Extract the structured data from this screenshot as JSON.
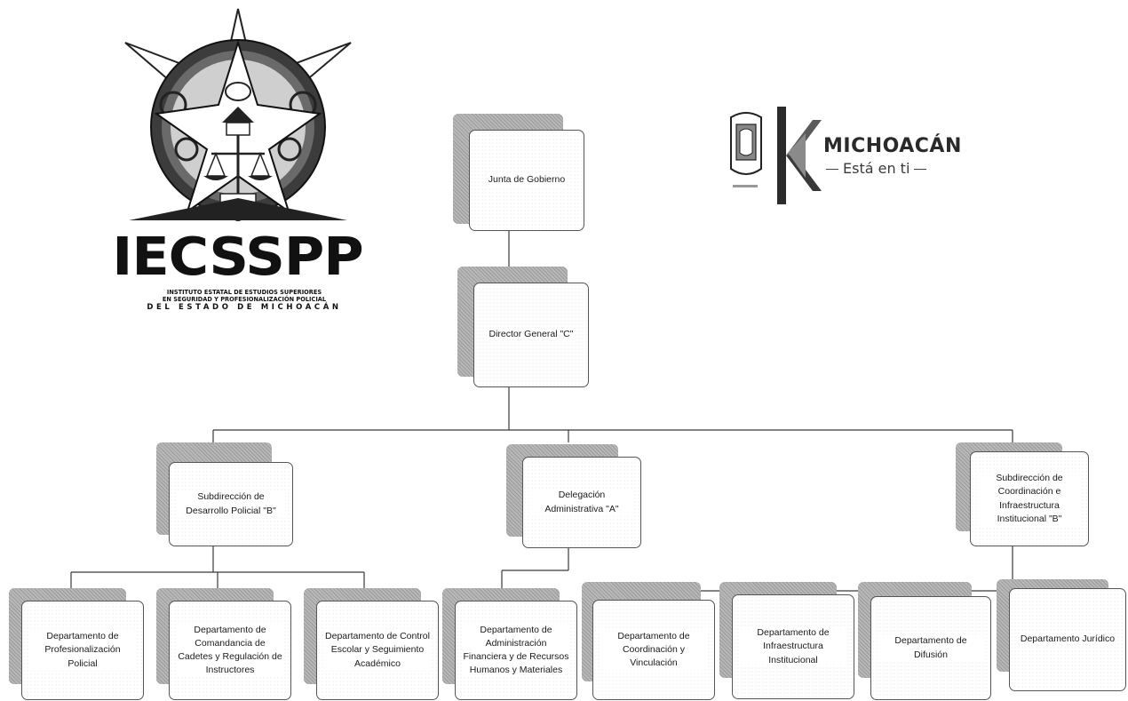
{
  "logos": {
    "institute": {
      "acronym": "IECSSPP",
      "line1": "INSTITUTO ESTATAL DE ESTUDIOS SUPERIORES",
      "line2": "EN SEGURIDAD Y PROFESIONALIZACIÓN POLICIAL",
      "line3": "DEL ESTADO DE MICHOACÁN"
    },
    "state": {
      "name": "MICHOACÁN",
      "tagline": "Está en ti"
    }
  },
  "org": {
    "junta": "Junta de Gobierno",
    "director": "Director General \"C\"",
    "sub_desarrollo": "Subdirección de Desarrollo Policial \"B\"",
    "delegacion": "Delegación Administrativa \"A\"",
    "sub_coordinacion": "Subdirección de Coordinación e Infraestructura Institucional \"B\"",
    "dept_profesionalizacion": "Departamento de Profesionalización Policial",
    "dept_comandancia": "Departamento de Comandancia de Cadetes y Regulación de Instructores",
    "dept_control": "Departamento de Control Escolar y Seguimiento Académico",
    "dept_administracion": "Departamento de Administración Financiera y de Recursos Humanos y Materiales",
    "dept_coordinacion": "Departamento de Coordinación y Vinculación",
    "dept_infraestructura": "Departamento de Infraestructura Institucional",
    "dept_difusion": "Departamento de Difusión",
    "dept_juridico": "Departamento Jurídico"
  },
  "colors": {
    "line": "#3a3a3a",
    "box_border": "#555555",
    "shadow": "#a8a8a8"
  }
}
